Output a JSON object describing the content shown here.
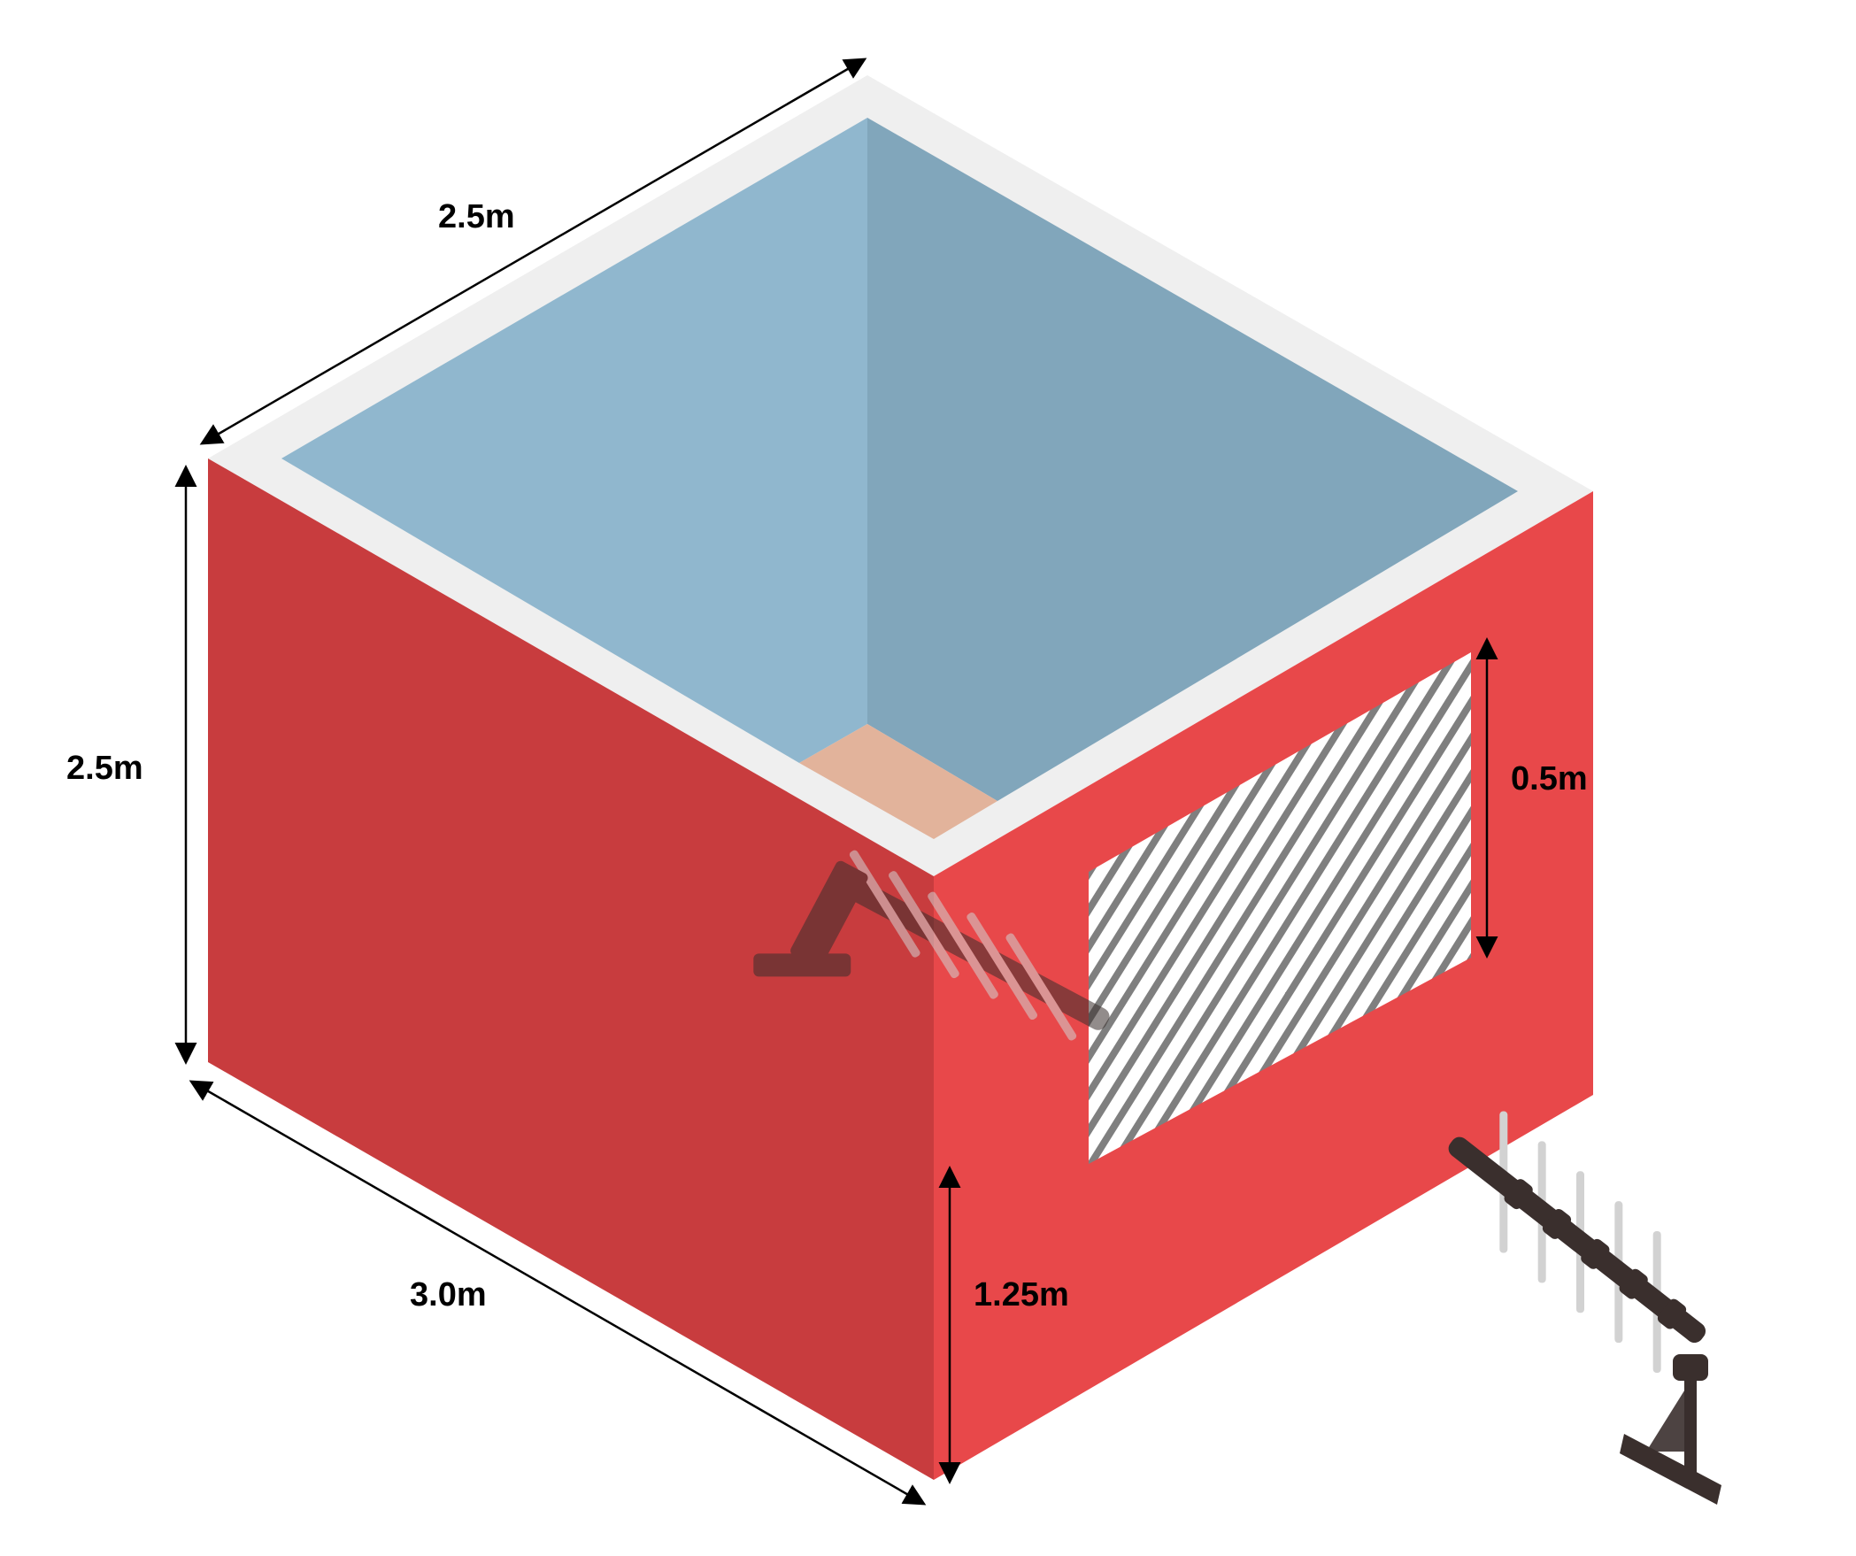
{
  "dimensions": {
    "top_depth": "2.5m",
    "height": "2.5m",
    "width": "3.0m",
    "window_height": "0.5m",
    "window_elevation": "1.25m"
  },
  "colors": {
    "wall_left": "#c83c3e",
    "wall_right": "#e8484a",
    "rim": "#efefef",
    "interior_left": "#90b7ce",
    "interior_right": "#81a6bb",
    "floor": "#e2b39b",
    "hatch": "#7f7f7f",
    "antenna_dark": "#3a2f2d",
    "antenna_element": "#d2d2d2"
  },
  "icons": [
    "yagi-antenna-icon",
    "yagi-antenna-icon"
  ]
}
